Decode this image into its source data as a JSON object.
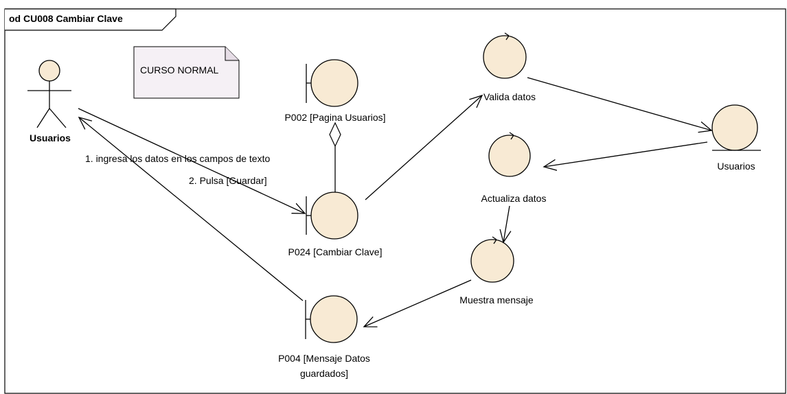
{
  "frame": {
    "title": "od CU008 Cambiar Clave"
  },
  "note": {
    "text": "CURSO NORMAL"
  },
  "actor": {
    "label": "Usuarios"
  },
  "boundaries": {
    "p002": "P002 [Pagina Usuarios]",
    "p024": "P024 [Cambiar Clave]",
    "p004_line1": "P004 [Mensaje Datos",
    "p004_line2": "guardados]"
  },
  "controls": {
    "valida": "Valida datos",
    "actualiza": "Actualiza datos",
    "muestra": "Muestra mensaje"
  },
  "entity": {
    "label": "Usuarios"
  },
  "messages": {
    "m1": "1. ingresa los datos en los campos de texto",
    "m2": "2. Pulsa [Guardar]"
  },
  "colors": {
    "node_fill": "#f8ead4",
    "note_fill": "#f5f0f5",
    "stroke": "#000000"
  }
}
